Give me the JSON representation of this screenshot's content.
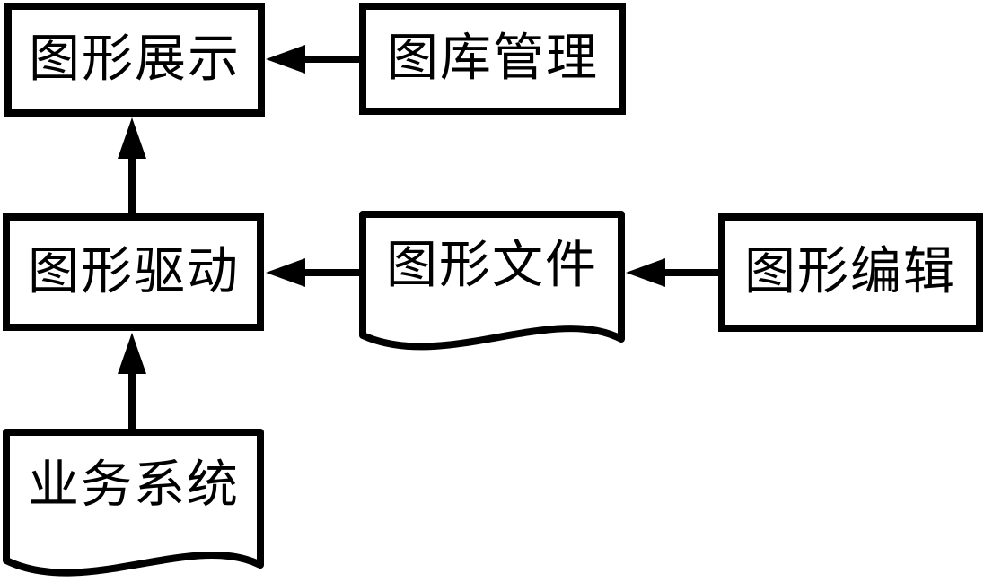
{
  "diagram": {
    "background_color": "#ffffff",
    "stroke_color": "#000000",
    "nodes": [
      {
        "id": "graphics-display",
        "label": "图形展示",
        "shape": "rectangle"
      },
      {
        "id": "library-management",
        "label": "图库管理",
        "shape": "rectangle"
      },
      {
        "id": "graphics-driver",
        "label": "图形驱动",
        "shape": "rectangle"
      },
      {
        "id": "graphics-file",
        "label": "图形文件",
        "shape": "document"
      },
      {
        "id": "graphics-editor",
        "label": "图形编辑",
        "shape": "rectangle"
      },
      {
        "id": "business-system",
        "label": "业务系统",
        "shape": "document"
      }
    ],
    "edges": [
      {
        "from": "library-management",
        "to": "graphics-display",
        "direction": "left"
      },
      {
        "from": "graphics-driver",
        "to": "graphics-display",
        "direction": "up"
      },
      {
        "from": "graphics-file",
        "to": "graphics-driver",
        "direction": "left"
      },
      {
        "from": "graphics-editor",
        "to": "graphics-file",
        "direction": "left"
      },
      {
        "from": "business-system",
        "to": "graphics-driver",
        "direction": "up"
      }
    ]
  }
}
